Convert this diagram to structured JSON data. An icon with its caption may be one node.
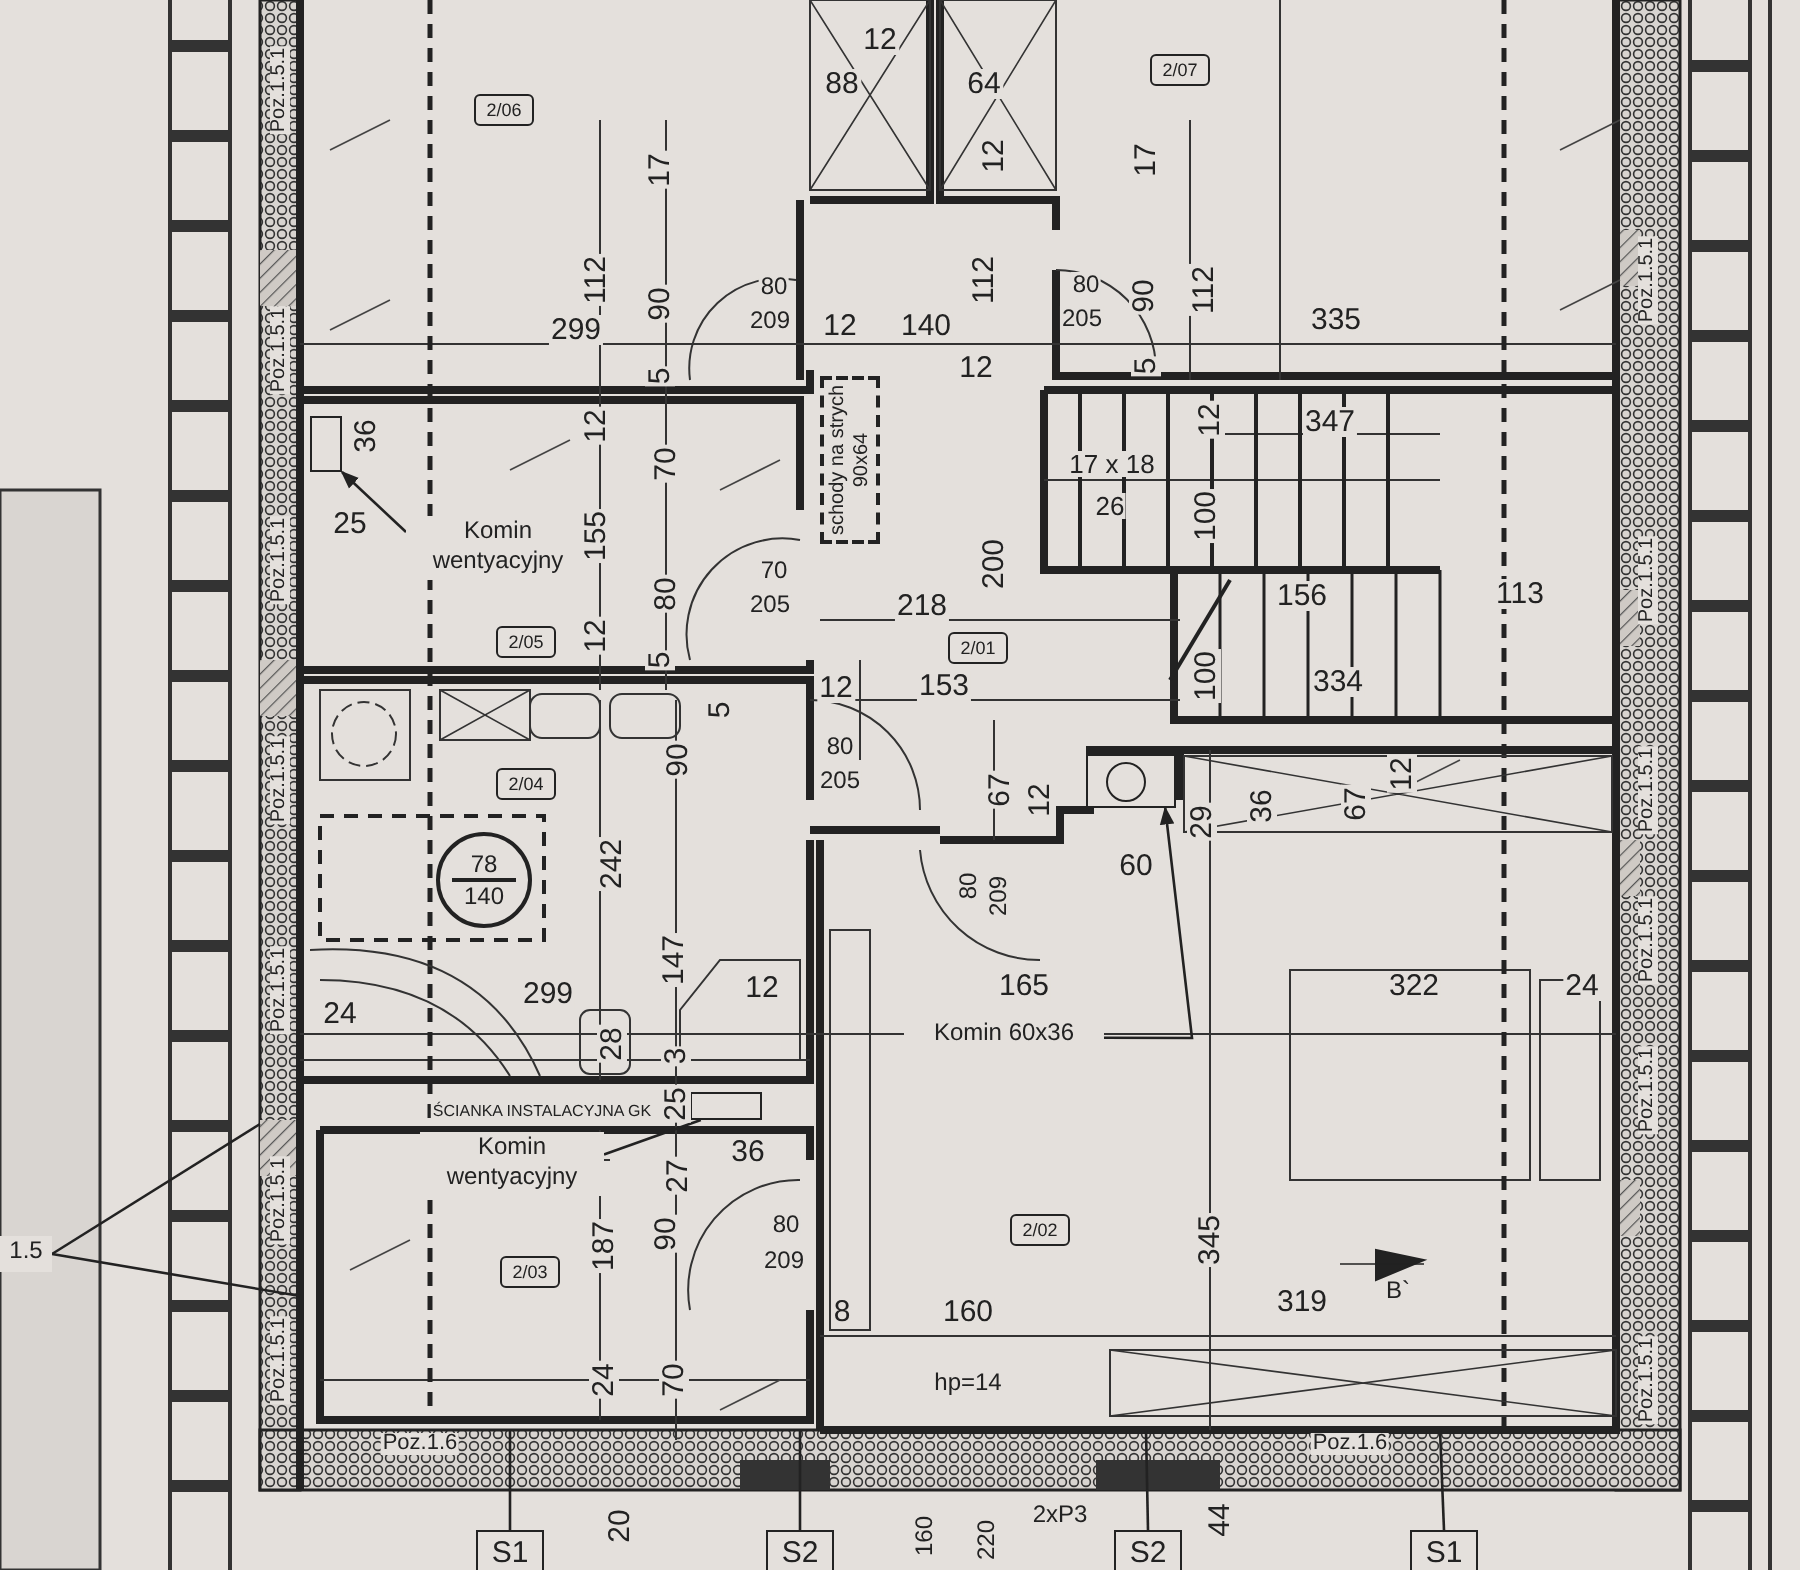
{
  "diagram": {
    "nodes": [
      {
        "text": [
          "2/06"
        ]
      },
      {
        "text": [
          "2/07"
        ]
      },
      {
        "text": [
          "schody na strych 90x64"
        ]
      },
      {
        "text": [
          "Komin wentyacyjny"
        ]
      },
      {
        "text": [],
        "shape": "box"
      },
      {
        "text": [
          "2/05"
        ]
      },
      {
        "text": [
          "2/01"
        ]
      },
      {
        "text": [
          "2/04"
        ]
      },
      {
        "text": [
          "78",
          "140"
        ]
      },
      {
        "text": [
          "Komin wentyacyjny"
        ]
      },
      {
        "text": [],
        "shape": "box"
      },
      {
        "text": [
          "Komin 60x36"
        ]
      },
      {
        "text": [],
        "shape": "box"
      },
      {
        "text": [
          "2/03"
        ]
      },
      {
        "text": [
          "2/02"
        ]
      },
      {
        "text": [
          "1.5"
        ]
      },
      {
        "text": [
          "S1"
        ]
      },
      {
        "text": [
          "S2"
        ]
      },
      {
        "text": [
          "S2"
        ]
      },
      {
        "text": [
          "S1"
        ]
      }
    ],
    "edges": [
      {
        "from": 3,
        "to": 4,
        "arrow": "to"
      },
      {
        "from": 9,
        "to": 10,
        "arrow": "none"
      },
      {
        "from": 11,
        "to": 12,
        "arrow": "to"
      },
      {
        "from": 15,
        "to": null,
        "arrow": "none"
      },
      {
        "from": 15,
        "to": null,
        "arrow": "none"
      },
      {
        "from": 16,
        "to": null,
        "arrow": "none"
      },
      {
        "from": 17,
        "to": null,
        "arrow": "none"
      },
      {
        "from": 18,
        "to": null,
        "arrow": "none"
      },
      {
        "from": 19,
        "to": null,
        "arrow": "none"
      }
    ],
    "labels": [
      "12",
      "88",
      "64",
      "12",
      "17",
      "17",
      "112",
      "90",
      "80",
      "209",
      "112",
      "80",
      "205",
      "90",
      "112",
      "299",
      "12",
      "140",
      "335",
      "12",
      "5",
      "5",
      "36",
      "12",
      "70",
      "12",
      "347",
      "17 x 18",
      "26",
      "100",
      "25",
      "155",
      "80",
      "70",
      "205",
      "218",
      "200",
      "156",
      "113",
      "12",
      "5",
      "12",
      "153",
      "100",
      "334",
      "5",
      "90",
      "80",
      "205",
      "67",
      "12",
      "29",
      "36",
      "67",
      "12",
      "242",
      "80",
      "209",
      "60",
      "147",
      "12",
      "24",
      "299",
      "165",
      "322",
      "24",
      "28",
      "3",
      "25",
      "ŚCIANKA INSTALACYJNA GK",
      "36",
      "27",
      "80",
      "209",
      "187",
      "90",
      "345",
      "B`",
      "8",
      "160",
      "319",
      "hp=14",
      "24",
      "70",
      "Poz.1.6",
      "Poz.1.6",
      "2xP3",
      "20",
      "160",
      "220",
      "44",
      "Poz.1.5.1",
      "Poz.1.5.1",
      "Poz.1.5.1",
      "Poz.1.5.1",
      "Poz.1.5.1",
      "Poz.1.5.1",
      "Poz.1.5.1",
      "Poz.1.5.1",
      "Poz.1.5.1",
      "Poz.1.5.1",
      "Poz.1.5.1",
      "Poz.1.5.1",
      "Poz.1.5.1"
    ]
  }
}
